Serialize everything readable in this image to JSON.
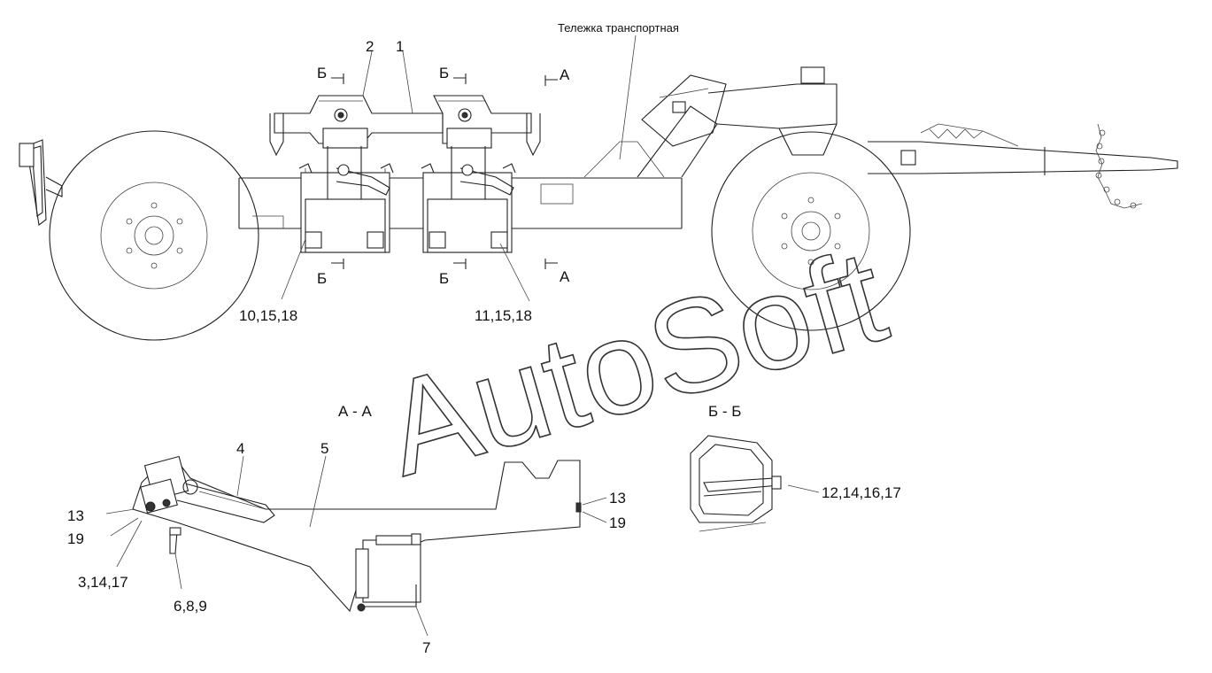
{
  "drawing": {
    "cart_label": "Тележка транспортная",
    "section_a_title": "А - А",
    "section_b_title": "Б - Б",
    "section_marks": {
      "b": "Б",
      "a": "А"
    },
    "callouts": {
      "c1": "1",
      "c2": "2",
      "c4": "4",
      "c5": "5",
      "c7": "7",
      "c13_left": "13",
      "c13_right": "13",
      "c19_left": "19",
      "c19_right": "19",
      "c3_14_17": "3,14,17",
      "c6_8_9": "6,8,9",
      "c10_15_18": "10,15,18",
      "c11_15_18": "11,15,18",
      "c12_14_16_17": "12,14,16,17"
    },
    "watermark": "AutoSoft"
  }
}
